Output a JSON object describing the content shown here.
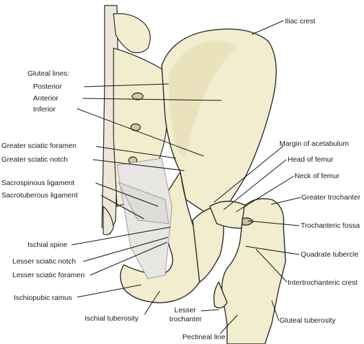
{
  "colors": {
    "bone": "#f2edcf",
    "bone_shade": "#d9d2ab",
    "outline": "#2a2a2a",
    "ligament": "#e8e6e2",
    "leader": "#111111"
  },
  "labels": {
    "iliac_crest": "Iliac crest",
    "gluteal_lines": "Gluteal lines:",
    "posterior": "Posterior",
    "anterior": "Anterior",
    "inferior": "Inferior",
    "greater_sciatic_foramen": "Greater sciatic foramen",
    "greater_sciatic_notch": "Greater sciatic notch",
    "sacrospinous_ligament": "Sacrospinous ligament",
    "sacrotuberous_ligament": "Sacrotuberous ligament",
    "ischial_spine": "Ischial spine",
    "lesser_sciatic_notch": "Lesser sciatic notch",
    "lesser_sciatic_foramen": "Lesser sciatic foramen",
    "ischiopubic_ramus": "Ischiopubic ramus",
    "ischial_tuberosity": "Ischial tuberosity",
    "margin_of_acetabulum": "Margin of acetabulum",
    "head_of_femur": "Head of femur",
    "neck_of_femur": "Neck of femur",
    "greater_trochanter": "Greater trochanter",
    "trochanteric_fossa": "Trochanteric fossa",
    "quadrate_tubercle": "Quadrate tubercle",
    "intertrochanteric_crest": "Intertrochanteric crest",
    "lesser_trochanter": "Lesser trochanter",
    "gluteal_tuberosity": "Gluteal tuberosity",
    "pectineal_line": "Pectineal line"
  }
}
